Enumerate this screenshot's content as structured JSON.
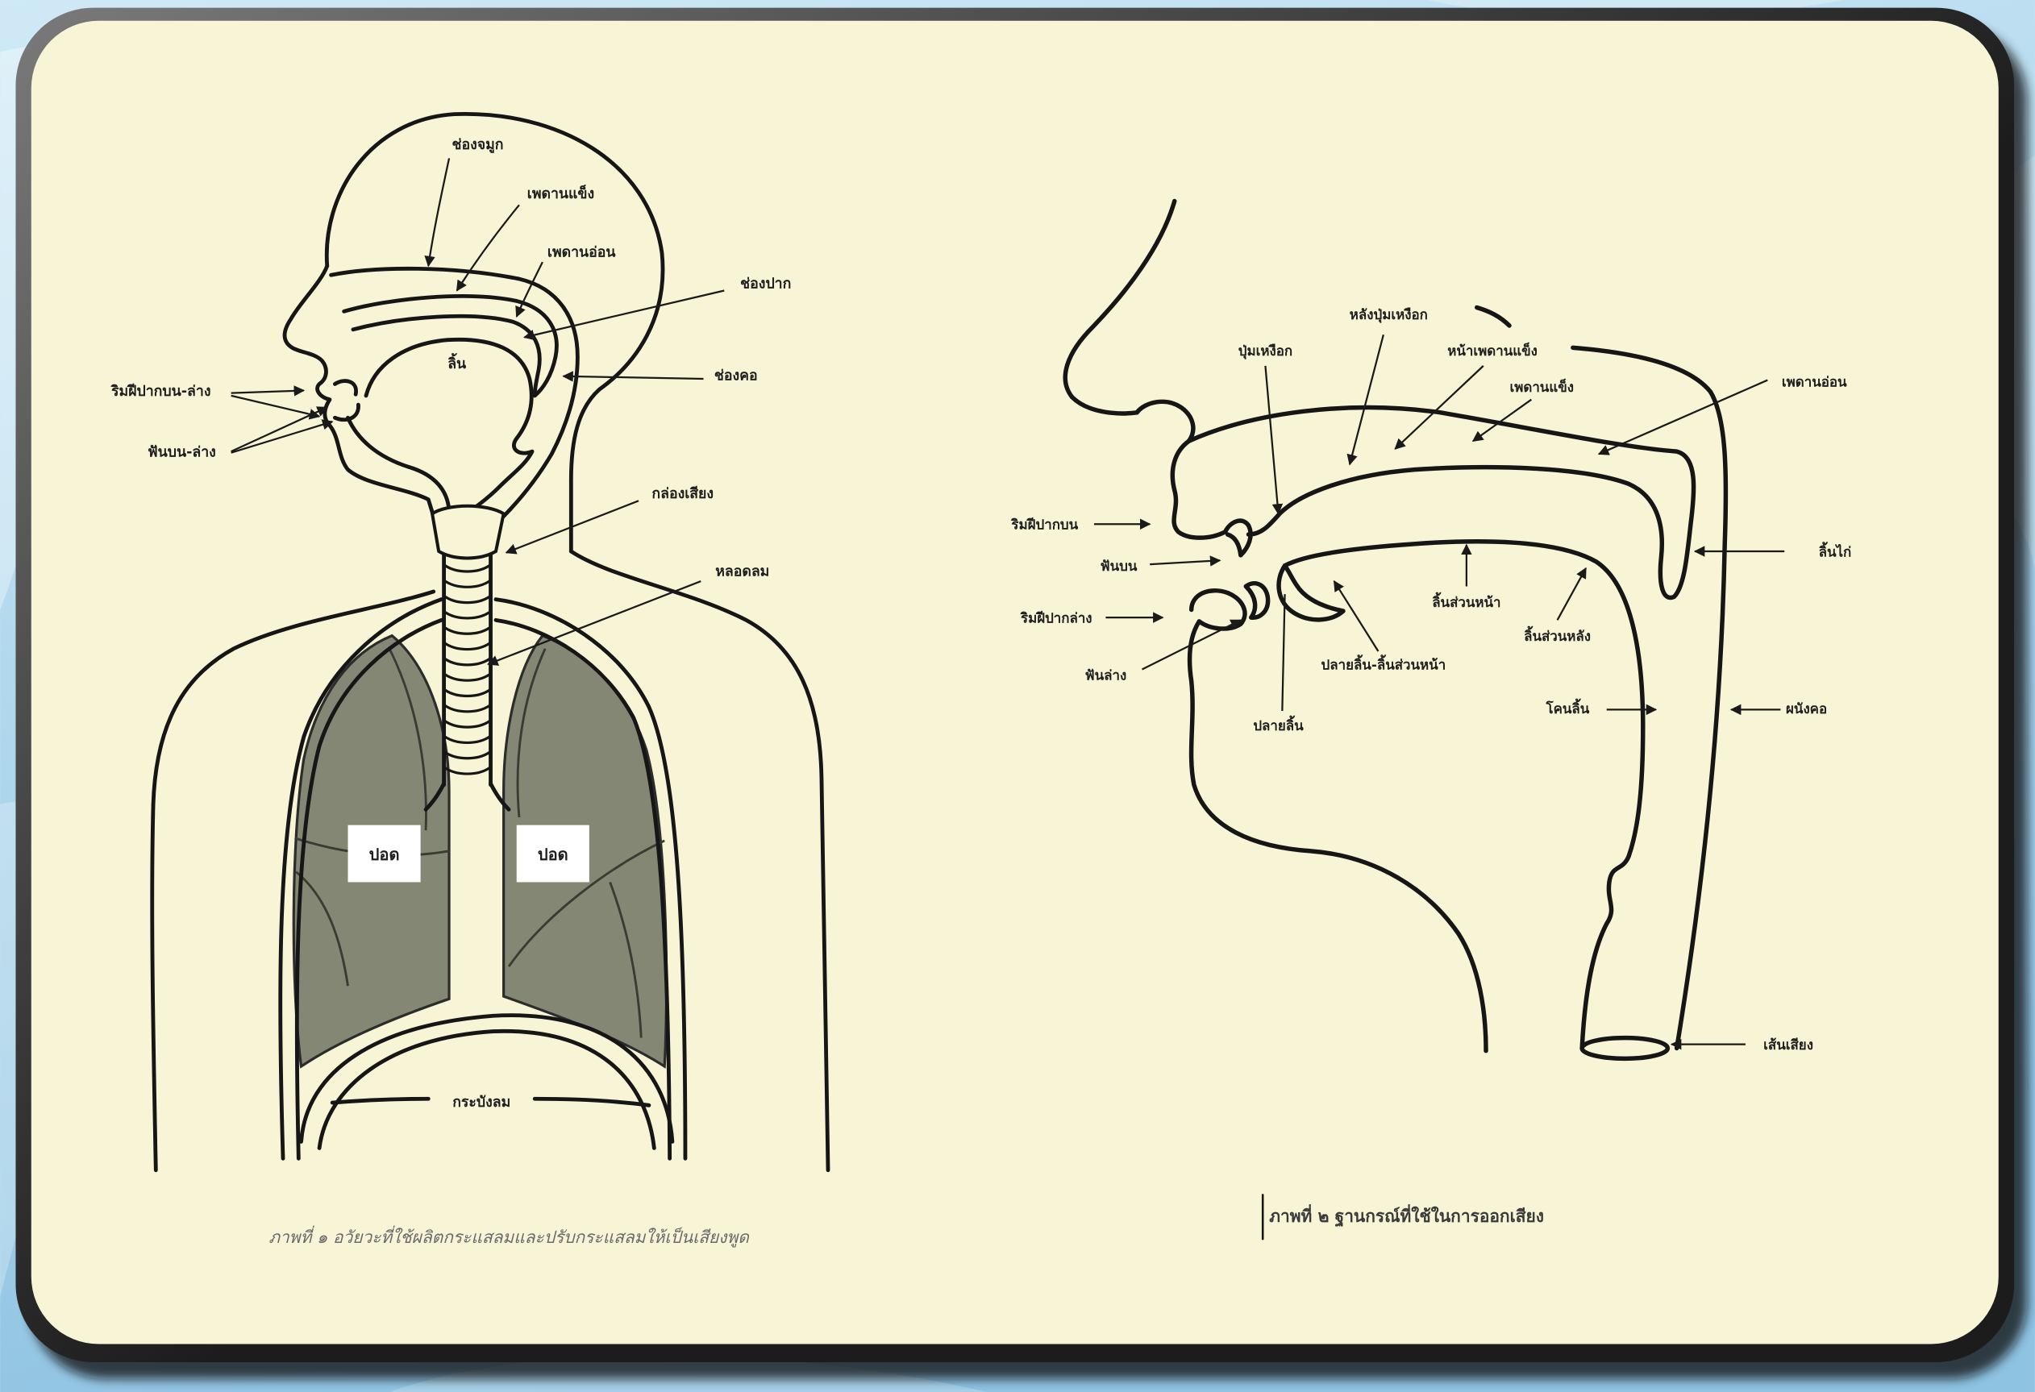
{
  "figure1": {
    "labels": {
      "nasal_cavity": "ช่องจมูก",
      "hard_palate": "เพดานแข็ง",
      "soft_palate": "เพดานอ่อน",
      "oral_cavity": "ช่องปาก",
      "tongue": "ลิ้น",
      "pharynx": "ช่องคอ",
      "lips": "ริมฝีปากบน-ล่าง",
      "teeth": "ฟันบน-ล่าง",
      "larynx": "กล่องเสียง",
      "trachea": "หลอดลม",
      "lung_left": "ปอด",
      "lung_right": "ปอด",
      "diaphragm": "กระบังลม"
    },
    "caption": "ภาพที่ ๑ อวัยวะที่ใช้ผลิตกระแสลมและปรับกระแสลมให้เป็นเสียงพูด"
  },
  "figure2": {
    "labels": {
      "post_alveolar": "หลังปุ่มเหงือก",
      "alveolar_ridge": "ปุ่มเหงือก",
      "pre_palatal": "หน้าเพดานแข็ง",
      "hard_palate": "เพดานแข็ง",
      "soft_palate": "เพดานอ่อน",
      "upper_lip": "ริมฝีปากบน",
      "upper_teeth": "ฟันบน",
      "front_tongue": "ลิ้นส่วนหน้า",
      "uvula": "ลิ้นไก่",
      "lower_lip": "ริมฝีปากล่าง",
      "back_tongue": "ลิ้นส่วนหลัง",
      "tip_blade": "ปลายลิ้น-ลิ้นส่วนหน้า",
      "lower_teeth": "ฟันล่าง",
      "tongue_root": "โคนลิ้น",
      "pharynx_wall": "ผนังคอ",
      "tongue_tip": "ปลายลิ้น",
      "vocal_cords": "เส้นเสียง"
    },
    "caption": "ภาพที่ ๒ ฐานกรณ์ที่ใช้ในการออกเสียง"
  },
  "colors": {
    "bg_light": "#cfe9f6",
    "bg_dark": "#8ec3e2",
    "panel": "#f8f5d6",
    "frame_dark": "#1c1c1c",
    "frame_light": "#7a7a7a",
    "line": "#161616",
    "lung_fill": "#848774",
    "caption": "#6a6a6a"
  }
}
